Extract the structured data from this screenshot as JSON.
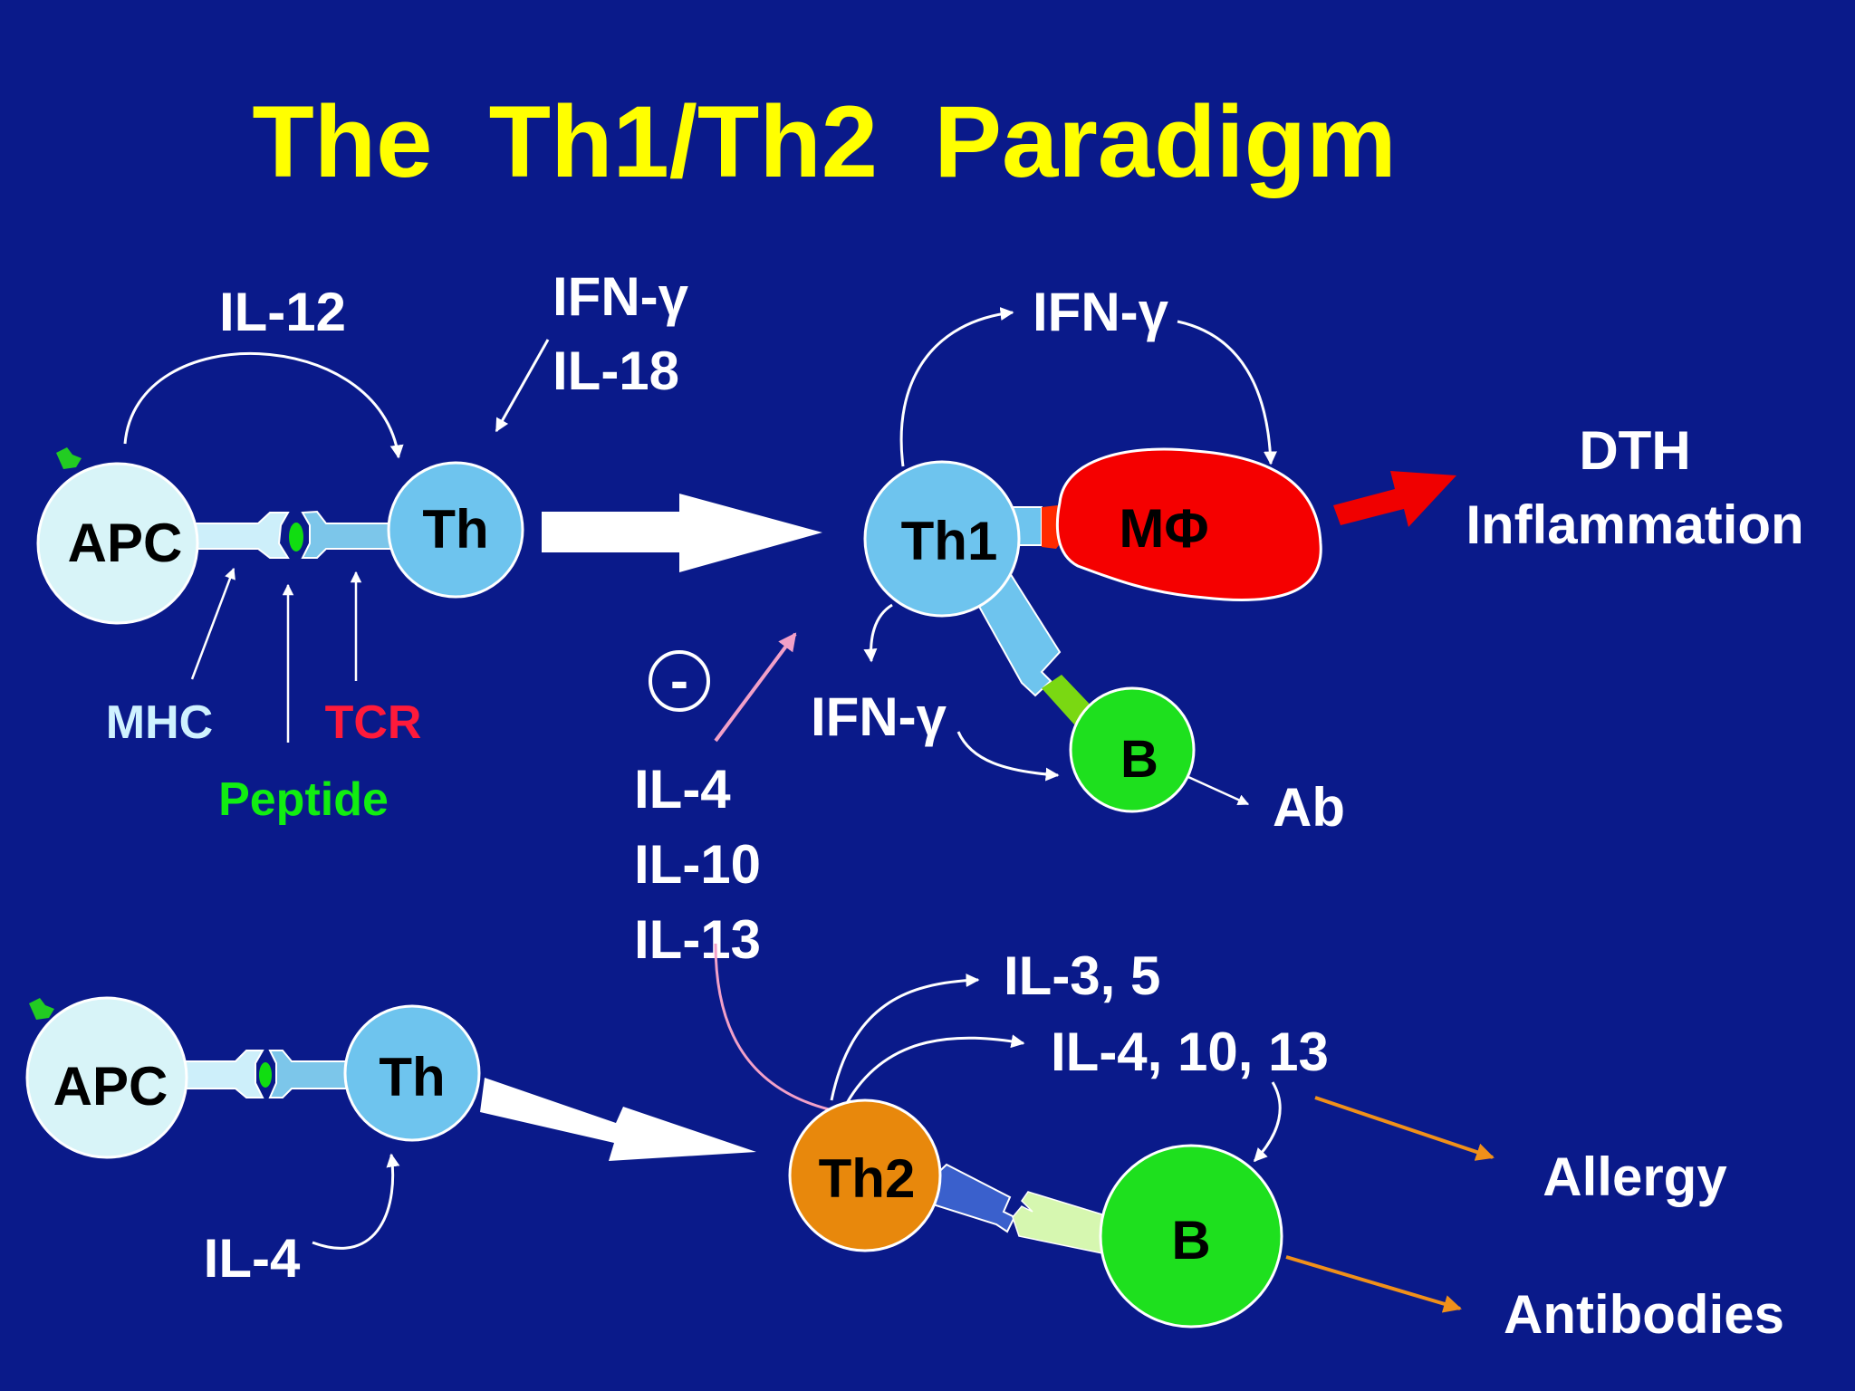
{
  "title": "The  Th1/Th2  Paradigm",
  "colors": {
    "background": "#0a1a8a",
    "title": "#ffff00",
    "text": "#ffffff",
    "cell_apc": "#d8f4f8",
    "cell_th": "#6ec4ee",
    "cell_th2": "#e8880c",
    "cell_b": "#1ee01e",
    "macrophage": "#f50000",
    "mhc_label": "#cff2ff",
    "tcr_label": "#ff1a3a",
    "peptide_label": "#11ee11",
    "inhibit_arrow": "#f2a0c8",
    "outcome_arrow": "#f0901a"
  },
  "top": {
    "apc": "APC",
    "th": "Th",
    "il12": "IL-12",
    "ifn_gamma": "IFN-γ",
    "il18": "IL-18",
    "mhc": "MHC",
    "tcr": "TCR",
    "peptide": "Peptide"
  },
  "th1_branch": {
    "th1": "Th1",
    "macrophage": "MΦ",
    "ifn_gamma_loop": "IFN-γ",
    "ifn_gamma_to_b": "IFN-γ",
    "b_cell": "B",
    "ab": "Ab",
    "dth": "DTH",
    "inflammation": "Inflammation"
  },
  "cross_regulation": {
    "minus": "-",
    "il4": "IL-4",
    "il10": "IL-10",
    "il13": "IL-13"
  },
  "bottom": {
    "apc": "APC",
    "th": "Th",
    "il4": "IL-4"
  },
  "th2_branch": {
    "th2": "Th2",
    "il35": "IL-3, 5",
    "il41013": "IL-4, 10, 13",
    "b_cell": "B",
    "allergy": "Allergy",
    "antibodies": "Antibodies"
  }
}
